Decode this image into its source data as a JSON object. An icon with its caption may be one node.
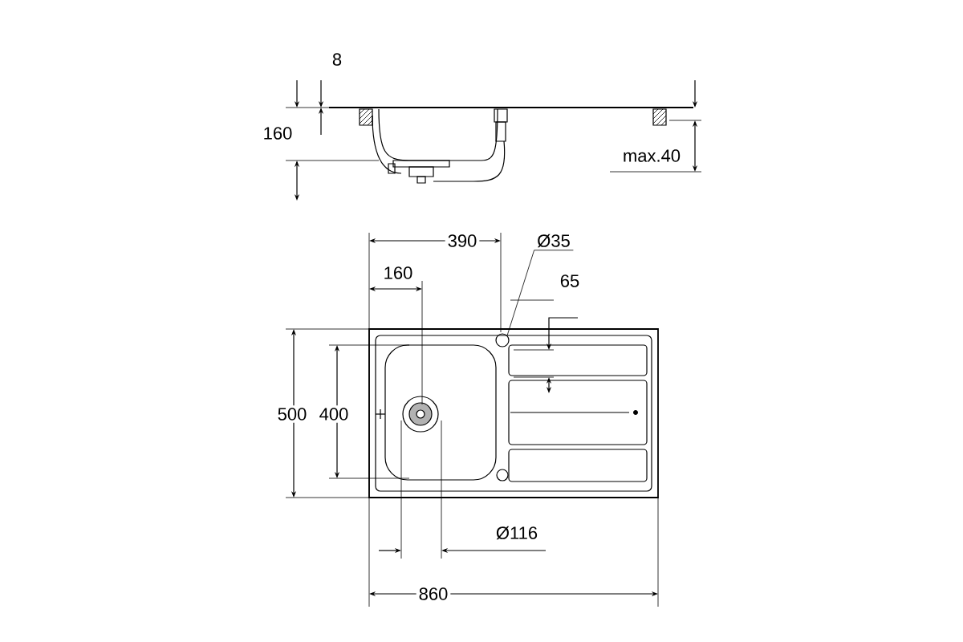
{
  "diagram": {
    "nodes": [
      {
        "text": [
          "Ø35"
        ]
      },
      {
        "text": [],
        "shape": "circle"
      }
    ],
    "edges": [
      {
        "from": 0,
        "to": 1,
        "arrow": "none"
      }
    ],
    "labels": [
      "8",
      "160",
      "max.40",
      "390",
      "160",
      "65",
      "500",
      "400",
      "Ø116",
      "860"
    ]
  }
}
